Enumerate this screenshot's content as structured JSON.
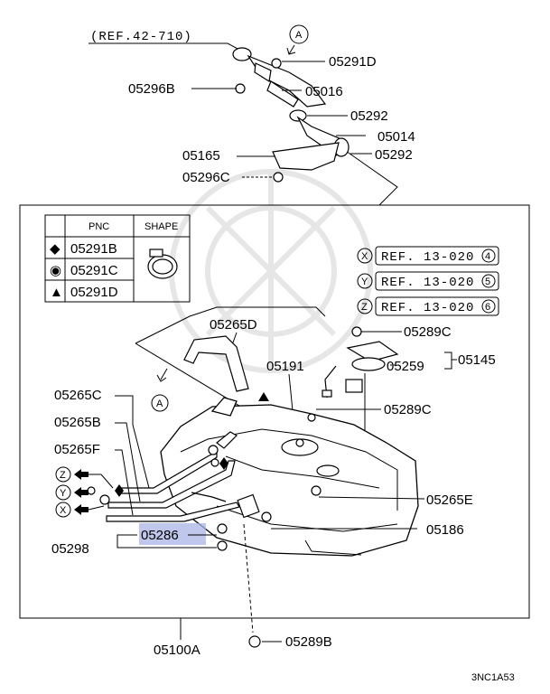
{
  "diagram": {
    "ref_top": "(REF.42-710)",
    "figure_code": "3NC1A53",
    "callout_letter": "A",
    "legend": {
      "headers": [
        "PNC",
        "SHAPE"
      ],
      "rows": [
        {
          "symbol": "◆",
          "pnc": "05291B"
        },
        {
          "symbol": "◉",
          "pnc": "05291C"
        },
        {
          "symbol": "▲",
          "pnc": "05291D"
        }
      ]
    },
    "refs": [
      {
        "letter": "X",
        "text": "REF. 13-020",
        "num": "4"
      },
      {
        "letter": "Y",
        "text": "REF. 13-020",
        "num": "5"
      },
      {
        "letter": "Z",
        "text": "REF. 13-020",
        "num": "6"
      }
    ],
    "parts": {
      "p05291D": "05291D",
      "p05296B": "05296B",
      "p05016": "05016",
      "p05292a": "05292",
      "p05014": "05014",
      "p05165": "05165",
      "p05292b": "05292",
      "p05296C": "05296C",
      "p05289Ca": "05289C",
      "p05145": "05145",
      "p05259": "05259",
      "p05265D": "05265D",
      "p05191": "05191",
      "p05289Cb": "05289C",
      "p05265C": "05265C",
      "p05265B": "05265B",
      "p05265F": "05265F",
      "p05265E": "05265E",
      "p05186": "05186",
      "p05286": "05286",
      "p05298": "05298",
      "p05100A": "05100A",
      "p05289B": "05289B"
    },
    "arrow_letters": [
      "Z",
      "Y",
      "X"
    ],
    "highlight_color": "#aab4e6"
  }
}
